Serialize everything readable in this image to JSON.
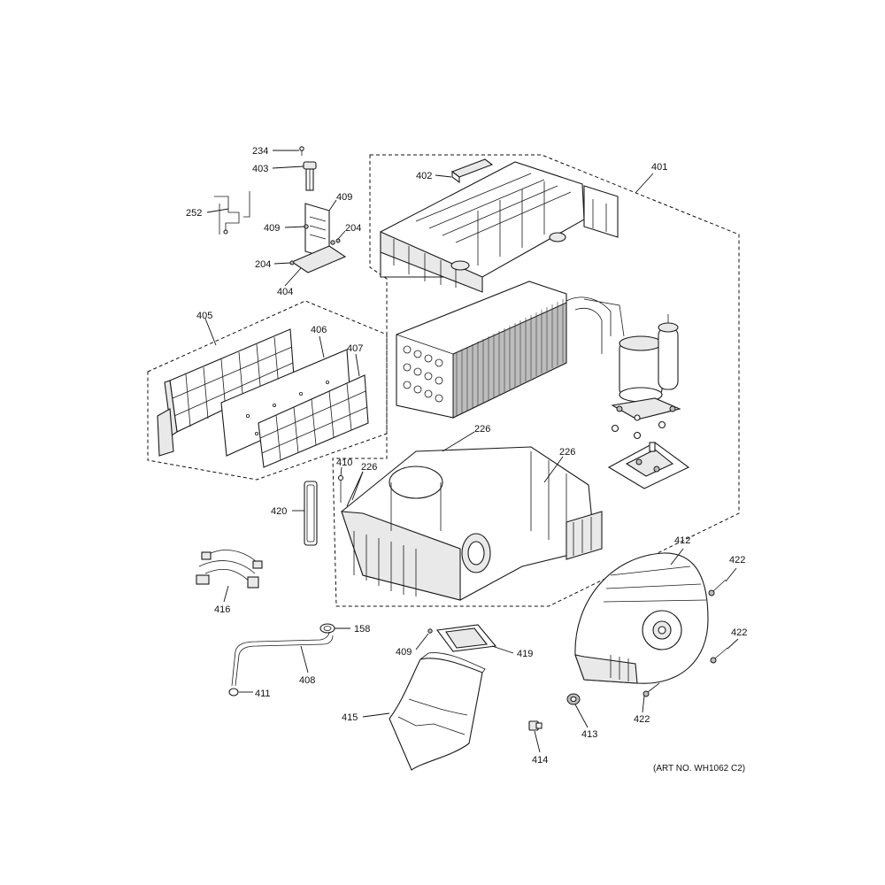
{
  "diagram": {
    "art_number": "(ART NO. WH1062 C2)",
    "callouts": {
      "c234": "234",
      "c403": "403",
      "c252": "252",
      "c409a": "409",
      "c409b": "409",
      "c204a": "204",
      "c204b": "204",
      "c404": "404",
      "c402": "402",
      "c401": "401",
      "c405": "405",
      "c406": "406",
      "c407": "407",
      "c226a": "226",
      "c226b": "226",
      "c226c": "226",
      "c410": "410",
      "c420": "420",
      "c416": "416",
      "c412": "412",
      "c422a": "422",
      "c422b": "422",
      "c422c": "422",
      "c158": "158",
      "c408": "408",
      "c411": "411",
      "c409c": "409",
      "c419": "419",
      "c415": "415",
      "c413": "413",
      "c414": "414"
    }
  }
}
